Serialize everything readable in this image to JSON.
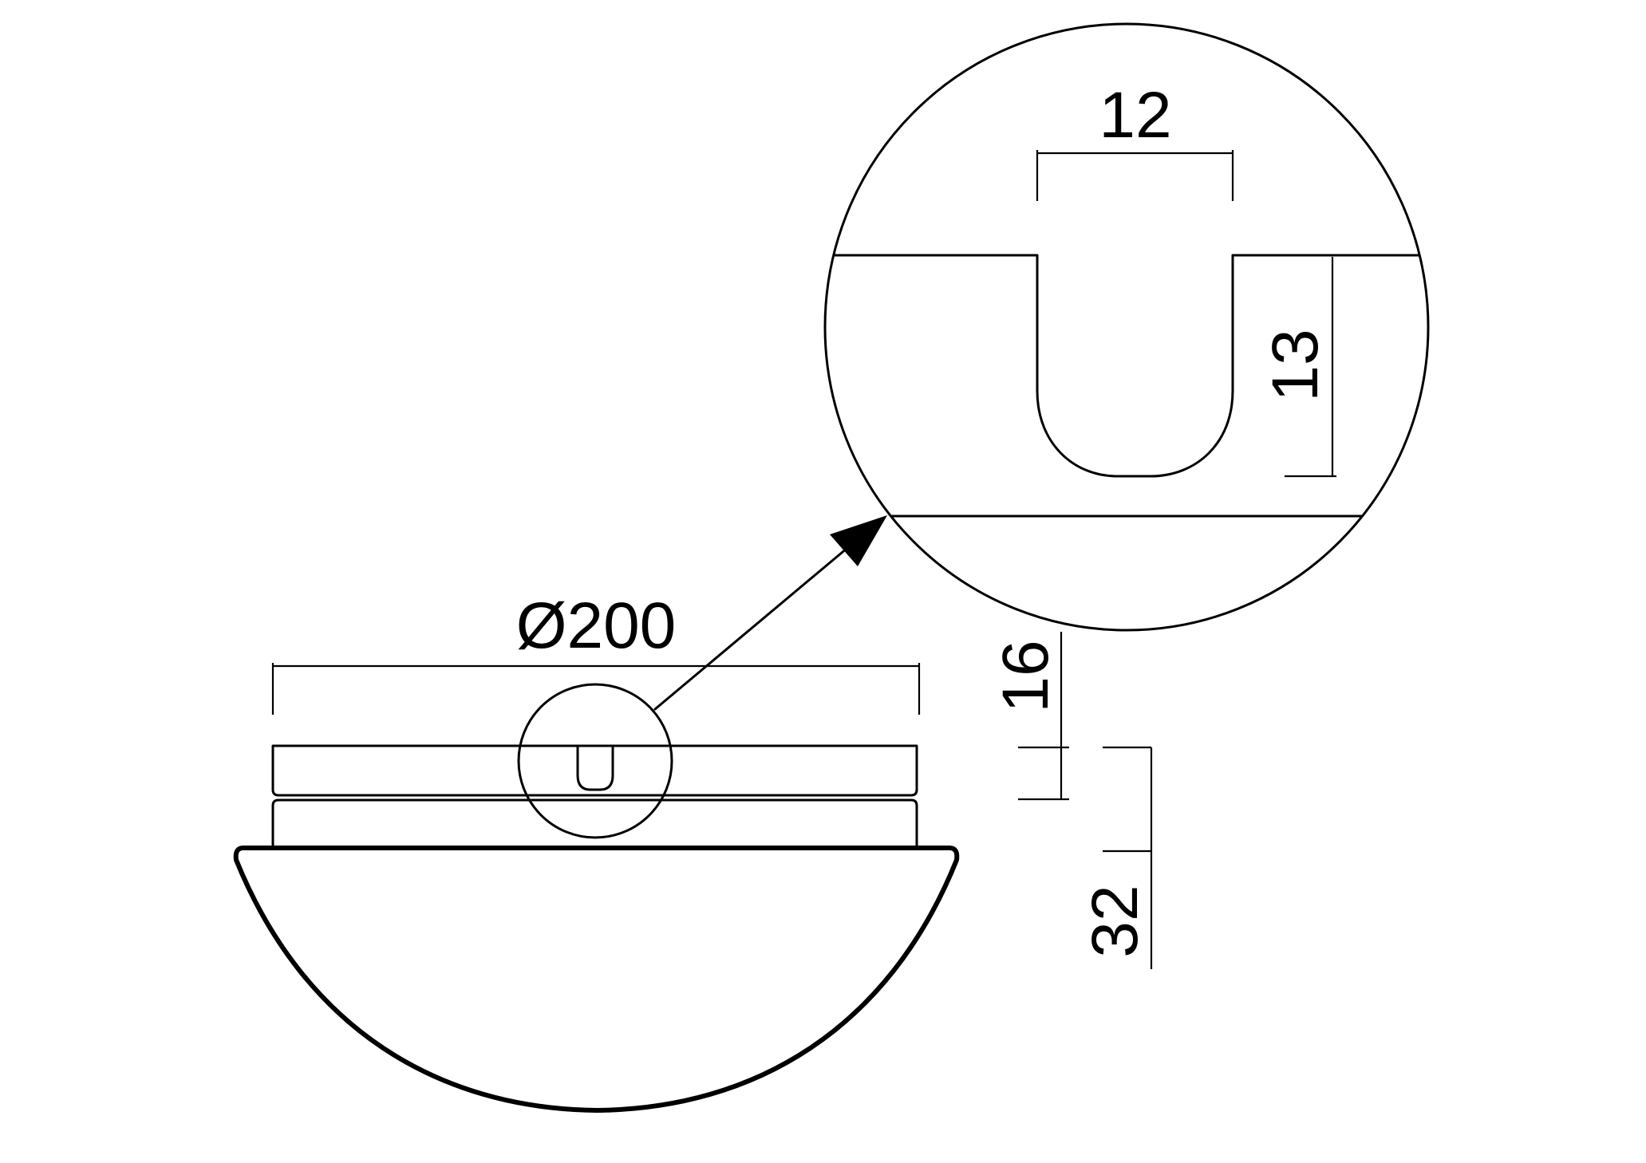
{
  "drawing": {
    "colors": {
      "line": "#000000",
      "background": "#ffffff"
    },
    "dimensions": {
      "diameter": "Ø200",
      "slot_width": "12",
      "slot_depth": "13",
      "ring_height": "16",
      "total_height": "32"
    }
  }
}
